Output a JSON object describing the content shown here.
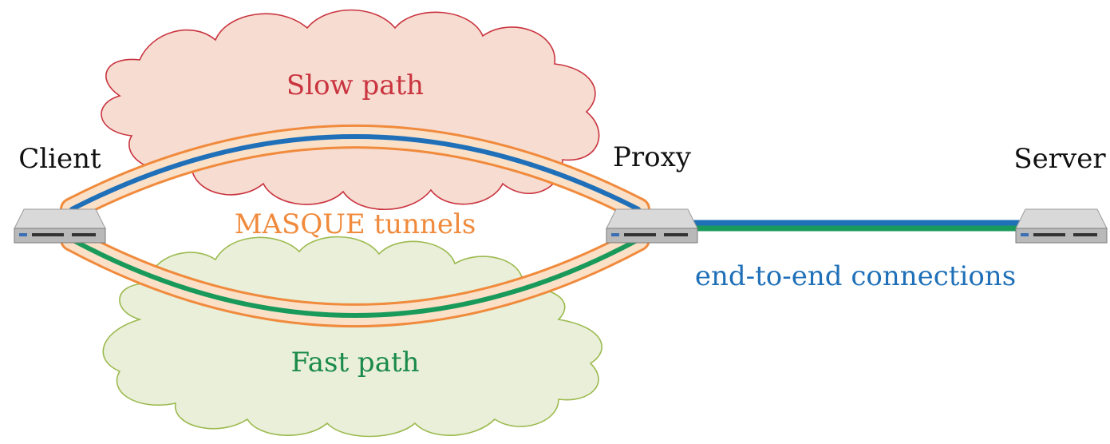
{
  "labels": {
    "client": "Client",
    "proxy": "Proxy",
    "server": "Server",
    "slow_path": "Slow path",
    "fast_path": "Fast path",
    "tunnels": "MASQUE tunnels",
    "e2e": "end-to-end connections"
  },
  "colors": {
    "slow_cloud_fill": "#f7dcd1",
    "slow_cloud_stroke": "#c9343f",
    "slow_text": "#c9343f",
    "fast_cloud_fill": "#e9efd8",
    "fast_cloud_stroke": "#9cba4f",
    "fast_text": "#1a8a4a",
    "tunnel": "#f08a3c",
    "tunnel_fill": "#fbe0c8",
    "blue": "#1f70b8",
    "green": "#1a9a5a",
    "text": "#111111"
  }
}
